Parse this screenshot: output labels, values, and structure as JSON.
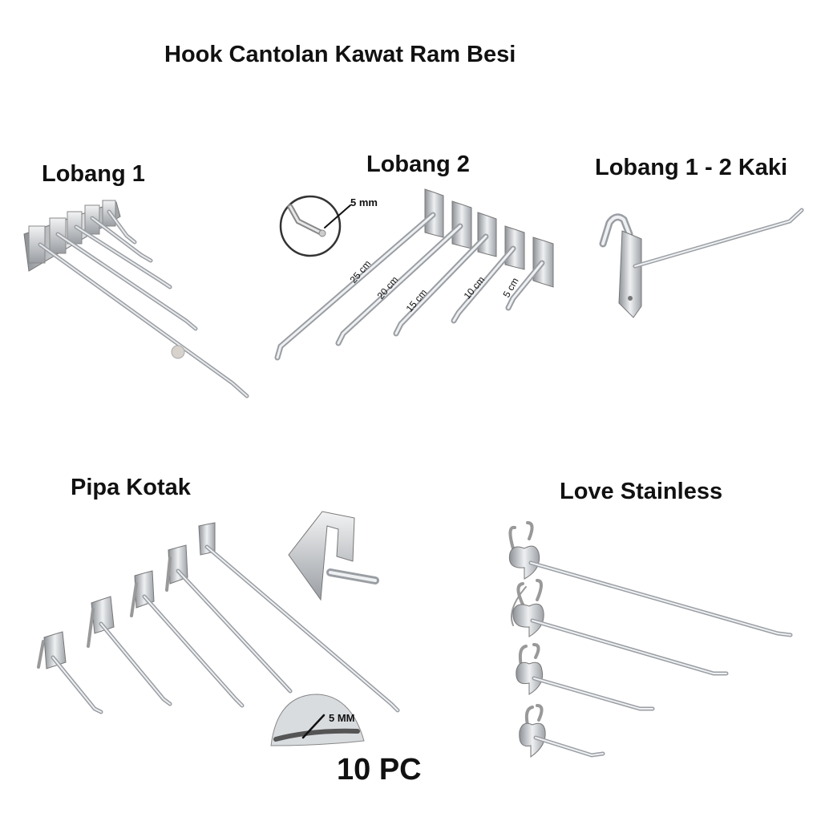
{
  "title": "Hook Cantolan Kawat Ram Besi",
  "groups": {
    "lobang1": {
      "label": "Lobang 1"
    },
    "lobang2": {
      "label": "Lobang 2",
      "detail": "5 mm",
      "sizes": [
        "25 cm",
        "20 cm",
        "15 cm",
        "10 cm",
        "5 cm"
      ]
    },
    "lobang12kaki": {
      "label": "Lobang 1 - 2 Kaki"
    },
    "pipa_kotak": {
      "label": "Pipa Kotak",
      "detail": "5 MM"
    },
    "love_stainless": {
      "label": "Love Stainless"
    }
  },
  "quantity": "10 PC",
  "colors": {
    "metal": "#c9ccd0",
    "metal_dark": "#8d9196",
    "metal_light": "#eef0f2",
    "text": "#111111"
  }
}
